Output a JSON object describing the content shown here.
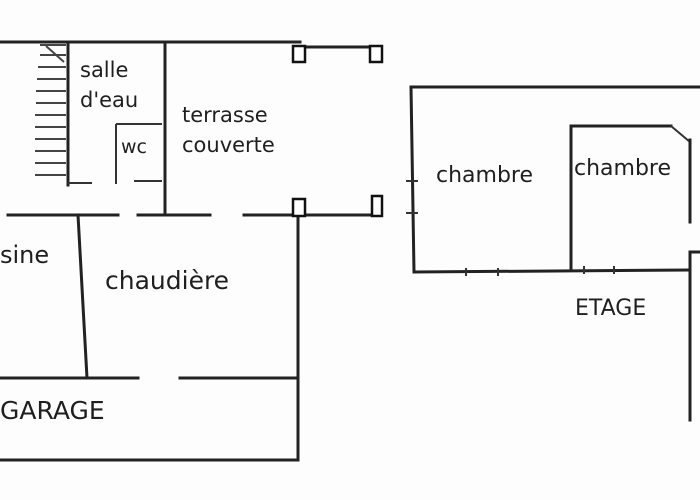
{
  "floor_plan": {
    "rooms": {
      "salle_line1": "salle",
      "salle_line2": "d'eau",
      "terrasse_line1": "terrasse",
      "terrasse_line2": "couverte",
      "wc": "wc",
      "cuisine": "sine",
      "chaudiere": "chaudière",
      "garage": "GARAGE",
      "chambre_1": "chambre",
      "chambre_2": "chambre"
    },
    "floor_label": "ETAGE"
  }
}
